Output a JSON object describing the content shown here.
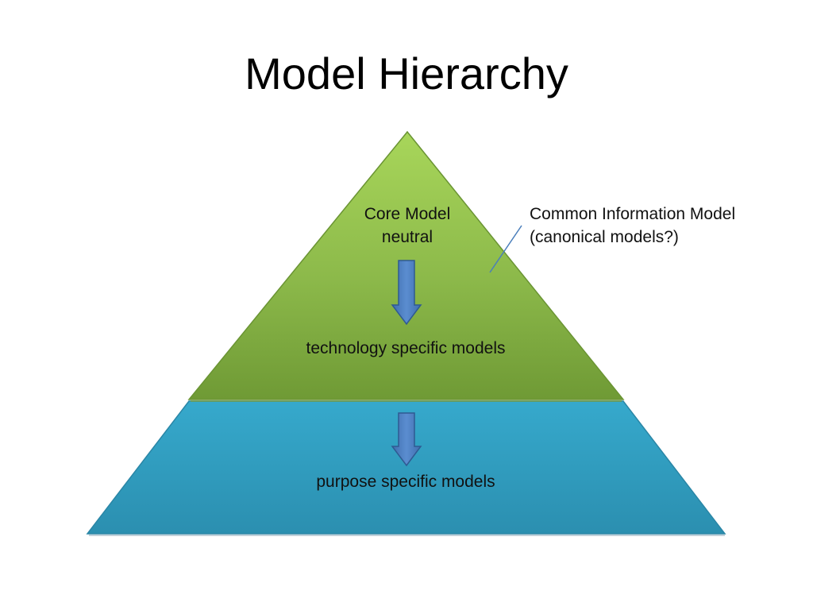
{
  "slide": {
    "title": "Model Hierarchy"
  },
  "pyramid": {
    "top_layer": {
      "line1": "Core Model",
      "line2": "neutral",
      "bottom_label": "technology specific models",
      "color": "#8db848"
    },
    "bottom_layer": {
      "label": "purpose specific models",
      "color": "#2f9ec1"
    },
    "arrow_color": "#4f7fbf"
  },
  "callout": {
    "line1": "Common Information Model",
    "line2": "(canonical models?)",
    "line_color": "#4a7ebb"
  }
}
